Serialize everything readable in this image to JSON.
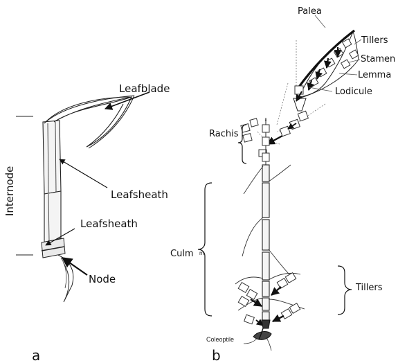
{
  "panel_a": {
    "panel_label": "a",
    "labels": {
      "leafblade": "Leafblade",
      "internode": "Internode",
      "leafsheath_upper": "Leafsheath",
      "leafsheath_lower": "Leafsheath",
      "node": "Node"
    }
  },
  "panel_b": {
    "panel_label": "b",
    "labels": {
      "palea": "Palea",
      "tillers_top": "Tillers",
      "stamen": "Stamen",
      "lemma": "Lemma",
      "lodicule": "Lodicule",
      "rachis": "Rachis",
      "culm": "Culm",
      "culm_marker": "m",
      "tillers_bottom": "Tillers",
      "coleoptile": "Coleoptile"
    }
  },
  "colors": {
    "ink": "#1a1a1a",
    "background": "#ffffff"
  }
}
